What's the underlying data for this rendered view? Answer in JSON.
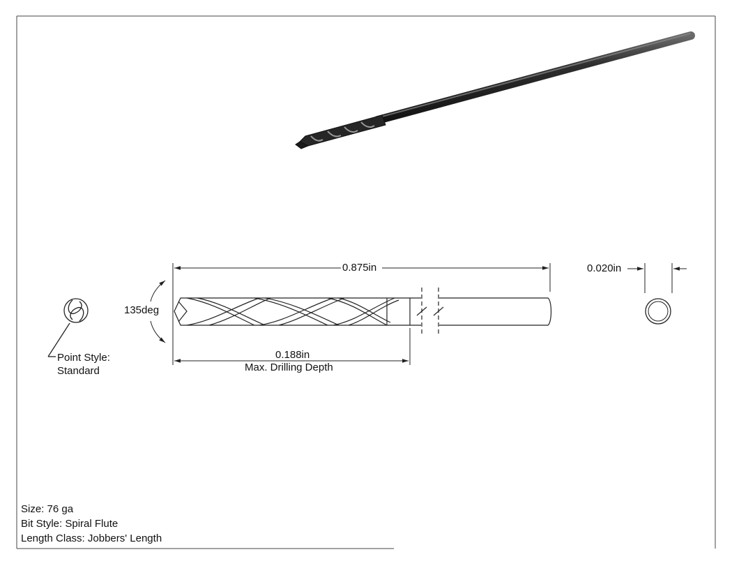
{
  "dimensions": {
    "overall_length": "0.875in",
    "point_angle": "135deg",
    "drilling_depth": "0.188in",
    "drilling_depth_caption": "Max. Drilling Depth",
    "diameter": "0.020in"
  },
  "point_style": {
    "label": "Point Style:",
    "value": "Standard"
  },
  "specs": {
    "size": "Size: 76 ga",
    "bit_style": "Bit Style: Spiral Flute",
    "length_class": "Length Class: Jobbers' Length"
  },
  "colors": {
    "line": "#222222",
    "bit_body": "#2b2b2b",
    "border": "#444444"
  }
}
